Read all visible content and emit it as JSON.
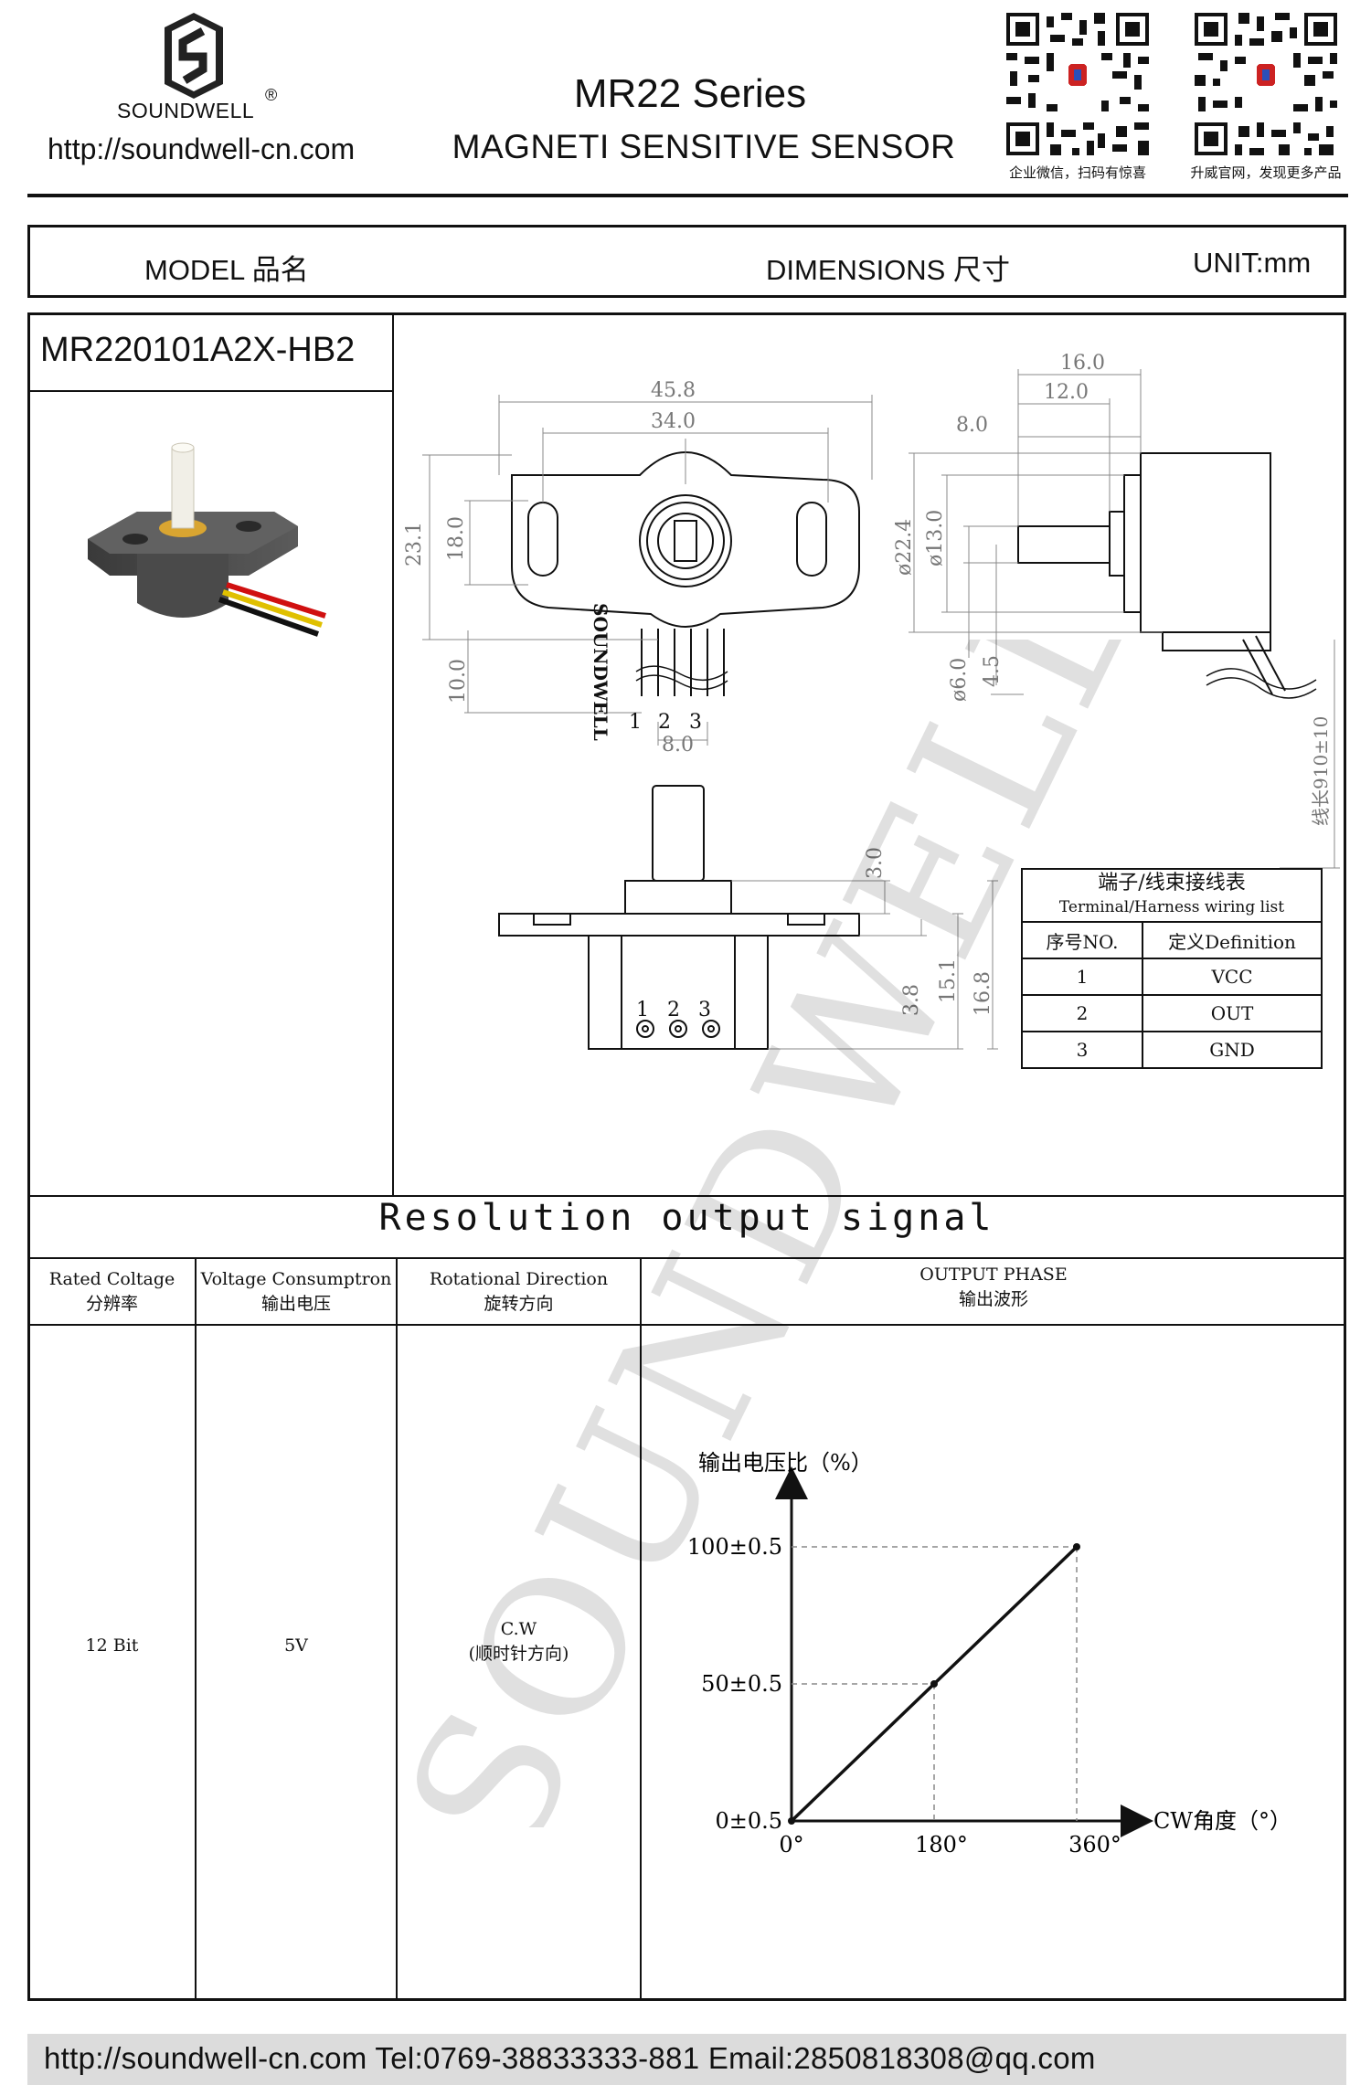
{
  "header": {
    "brand": "SOUNDWELL",
    "registered": "®",
    "url": "http://soundwell-cn.com",
    "series_title": "MR22 Series",
    "series_subtitle": "MAGNETI SENSITIVE SENSOR",
    "qr": [
      {
        "caption": "企业微信，扫码有惊喜"
      },
      {
        "caption": "升威官网，发现更多产品"
      }
    ]
  },
  "model_bar": {
    "model_label": "MODEL 品名",
    "dimensions_label": "DIMENSIONS 尺寸",
    "unit_label": "UNIT:mm"
  },
  "model_name": "MR220101A2X-HB2",
  "drawing": {
    "top_view": {
      "dims": [
        "45.8",
        "34.0",
        "23.1",
        "18.0",
        "10.0",
        "8.0"
      ],
      "pins": [
        "1",
        "2",
        "3"
      ],
      "body_mark": "SOUNDWELL"
    },
    "side_view": {
      "dims": [
        "16.0",
        "12.0",
        "8.0",
        "ø22.4",
        "ø13.0",
        "ø6.0",
        "4.5",
        "线长910±10"
      ]
    },
    "front_view": {
      "dims": [
        "3.0",
        "3.8",
        "15.1",
        "16.8"
      ],
      "pins": [
        "1",
        "2",
        "3"
      ]
    },
    "watermark": "SOUNDWELL"
  },
  "wiring_table": {
    "title": "端子/线束接线表",
    "subtitle": "Terminal/Harness wiring list",
    "col_no": "序号NO.",
    "col_def": "定义Definition",
    "rows": [
      {
        "no": "1",
        "def": "VCC"
      },
      {
        "no": "2",
        "def": "OUT"
      },
      {
        "no": "3",
        "def": "GND"
      }
    ]
  },
  "resolution": {
    "title": "Resolution output signal",
    "headers": [
      {
        "en": "Rated Coltage",
        "zh": "分辨率"
      },
      {
        "en": "Voltage Consumptron",
        "zh": "输出电压"
      },
      {
        "en": "Rotational Direction",
        "zh": "旋转方向"
      },
      {
        "en": "OUTPUT PHASE",
        "zh": "输出波形"
      }
    ],
    "values": {
      "resolution": "12 Bit",
      "voltage": "5V",
      "direction_en": "C.W",
      "direction_zh": "(顺时针方向)"
    }
  },
  "chart_data": {
    "type": "line",
    "xlabel": "CW角度（°）",
    "ylabel": "输出电压比（%）",
    "x_ticks": [
      "0°",
      "180°",
      "360°"
    ],
    "y_ticks": [
      "0±0.5",
      "50±0.5",
      "100±0.5"
    ],
    "xlim": [
      0,
      360
    ],
    "ylim": [
      0,
      100
    ],
    "series": [
      {
        "x": [
          0,
          180,
          360
        ],
        "y": [
          0,
          50,
          100
        ]
      }
    ]
  },
  "footer": {
    "text": "http://soundwell-cn.com  Tel:0769-38833333-881  Email:2850818308@qq.com"
  }
}
